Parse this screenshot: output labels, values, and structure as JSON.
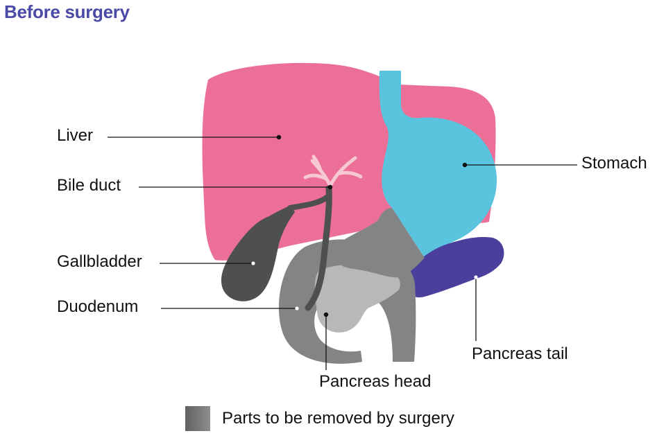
{
  "title": "Before surgery",
  "labels": {
    "liver": "Liver",
    "bile_duct": "Bile duct",
    "gallbladder": "Gallbladder",
    "duodenum": "Duodenum",
    "stomach": "Stomach",
    "pancreas_tail": "Pancreas tail",
    "pancreas_head": "Pancreas head"
  },
  "legend": {
    "text": "Parts to be removed by surgery"
  },
  "colors": {
    "liver": "#ec6f97",
    "stomach": "#5ac4df",
    "removed_dark": "#4e4f51",
    "removed_mid": "#828486",
    "removed_light": "#b7b8ba",
    "pancreas_tail": "#4a3f9c",
    "title": "#4a4aa6",
    "bile_branches": "#f6c8d4"
  }
}
